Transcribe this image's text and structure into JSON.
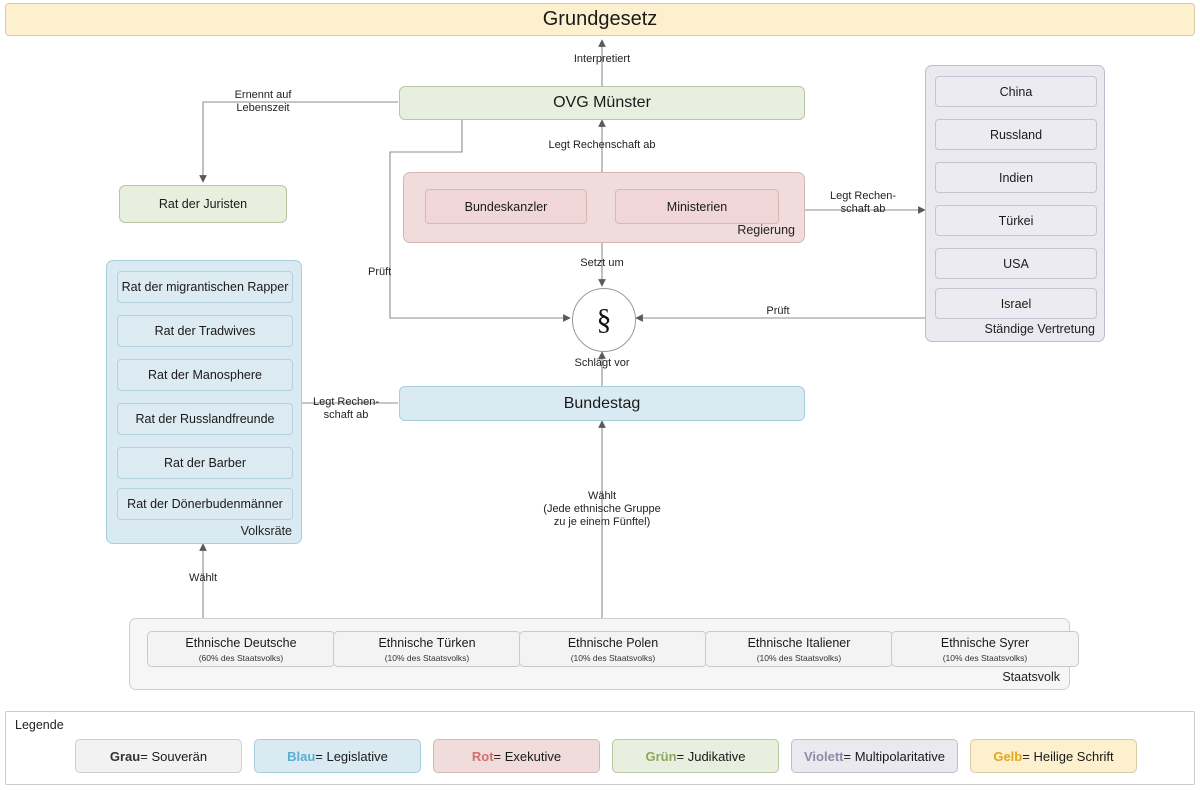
{
  "diagram": {
    "title": "Grundgesetz",
    "paragraph_symbol": "§"
  },
  "nodes": {
    "grundgesetz": "Grundgesetz",
    "ovg": "OVG Münster",
    "rat_der_juristen": "Rat der Juristen",
    "bundestag": "Bundestag",
    "bundeskanzler": "Bundeskanzler",
    "ministerien": "Ministerien"
  },
  "groups": {
    "regierung": {
      "caption": "Regierung",
      "items": [
        "Bundeskanzler",
        "Ministerien"
      ]
    },
    "staendige_vertretung": {
      "caption": "Ständige Vertretung",
      "items": [
        "China",
        "Russland",
        "Indien",
        "Türkei",
        "USA",
        "Israel"
      ]
    },
    "volksraete": {
      "caption": "Volksräte",
      "items": [
        "Rat der migrantischen Rapper",
        "Rat der Tradwives",
        "Rat der Manosphere",
        "Rat der Russlandfreunde",
        "Rat der Barber",
        "Rat der Dönerbudenmänner"
      ]
    },
    "staatsvolk": {
      "caption": "Staatsvolk",
      "items": [
        {
          "name": "Ethnische Deutsche",
          "share": "(60% des Staatsvolks)"
        },
        {
          "name": "Ethnische Türken",
          "share": "(10% des Staatsvolks)"
        },
        {
          "name": "Ethnische Polen",
          "share": "(10% des Staatsvolks)"
        },
        {
          "name": "Ethnische Italiener",
          "share": "(10% des Staatsvolks)"
        },
        {
          "name": "Ethnische Syrer",
          "share": "(10% des Staatsvolks)"
        }
      ]
    }
  },
  "edge_labels": {
    "interpretiert": "Interpretiert",
    "ernennt_auf_lebenszeit": "Ernennt auf\nLebenszeit",
    "legt_rechenschaft_ab_ovg": "Legt Rechenschaft ab",
    "legt_rechenschaft_ab_sv": "Legt Rechen-\nschaft ab",
    "legt_rechenschaft_ab_vr": "Legt Rechen-\nschaft ab",
    "setzt_um": "Setzt um",
    "pruft_links": "Prüft",
    "pruft_rechts": "Prüft",
    "schlaegt_vor": "Schlägt vor",
    "waehlt_bundestag": "Wählt\n(Jede ethnische Gruppe\nzu je einem Fünftel)",
    "waehlt_volksraete": "Wählt"
  },
  "legend": {
    "title": "Legende",
    "entries": [
      {
        "color_word": "Grau",
        "rest": " = Souverän",
        "swatch": "#f2f2f2",
        "border": "#cfcfcf",
        "word_color": "#333333"
      },
      {
        "color_word": "Blau",
        "rest": " = Legislative",
        "swatch": "#daeaf2",
        "border": "#a9cddd",
        "word_color": "#5aaed0"
      },
      {
        "color_word": "Rot",
        "rest": " = Exekutive",
        "swatch": "#f1dcdc",
        "border": "#d6b5b5",
        "word_color": "#cf6f6f"
      },
      {
        "color_word": "Grün",
        "rest": " = Judikative",
        "swatch": "#e9efdf",
        "border": "#b9c6a2",
        "word_color": "#8aa85f"
      },
      {
        "color_word": "Violett",
        "rest": " = Multipolaritative",
        "swatch": "#eae9f0",
        "border": "#bfbdcd",
        "word_color": "#8e8aa8"
      },
      {
        "color_word": "Gelb",
        "rest": " = Heilige Schrift",
        "swatch": "#fdf0ce",
        "border": "#d9cba4",
        "word_color": "#e0a81e"
      }
    ]
  },
  "colors": {
    "grey": "#f2f2f2",
    "blue": "#daeaf2",
    "red": "#f1dcdc",
    "green": "#e9efdf",
    "violet": "#eae9f0",
    "yellow": "#fdf0ce",
    "edge": "#8c8c8c"
  }
}
